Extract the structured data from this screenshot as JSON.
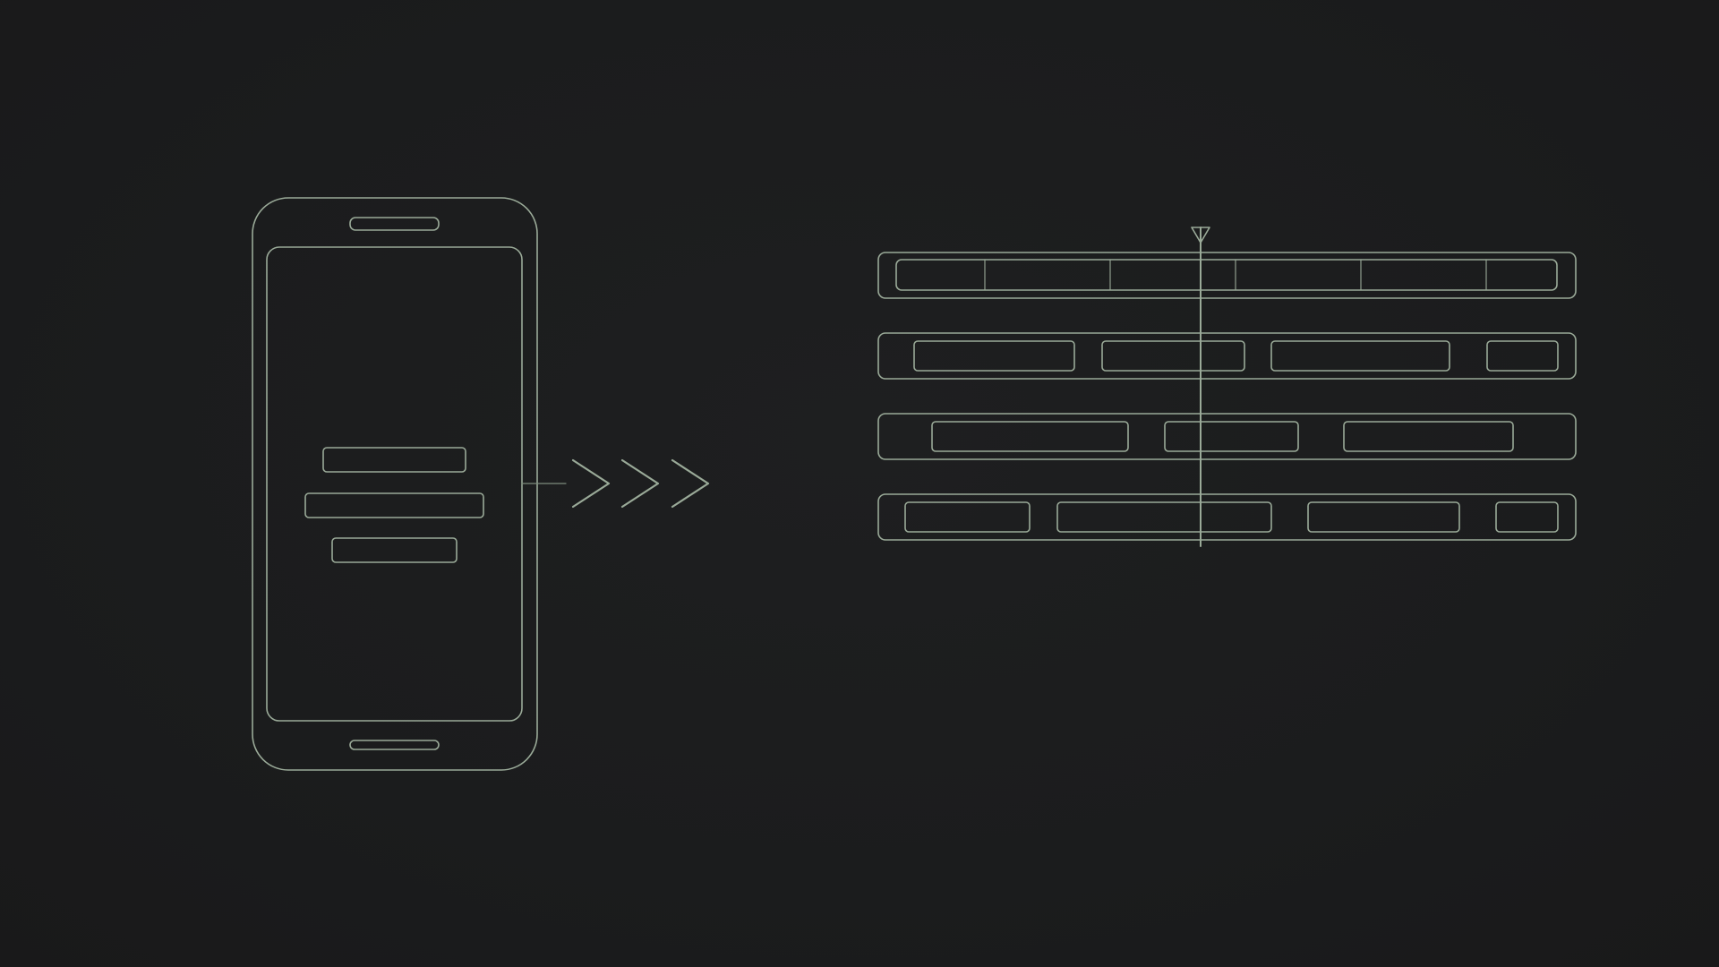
{
  "colors": {
    "background": "#1b1c1d",
    "stroke": "#9aaa98",
    "stroke_dim": "#7e8d7d"
  },
  "icons": {
    "phone": "smartphone-outline-icon",
    "arrows": "triple-chevron-right-icon",
    "playhead": "playhead-marker-icon"
  },
  "phone_screen": {
    "placeholder_bars": 3
  },
  "timeline": {
    "tracks": 4,
    "ruler_divisions": 6,
    "clips_per_track": [
      4,
      3,
      4
    ]
  }
}
